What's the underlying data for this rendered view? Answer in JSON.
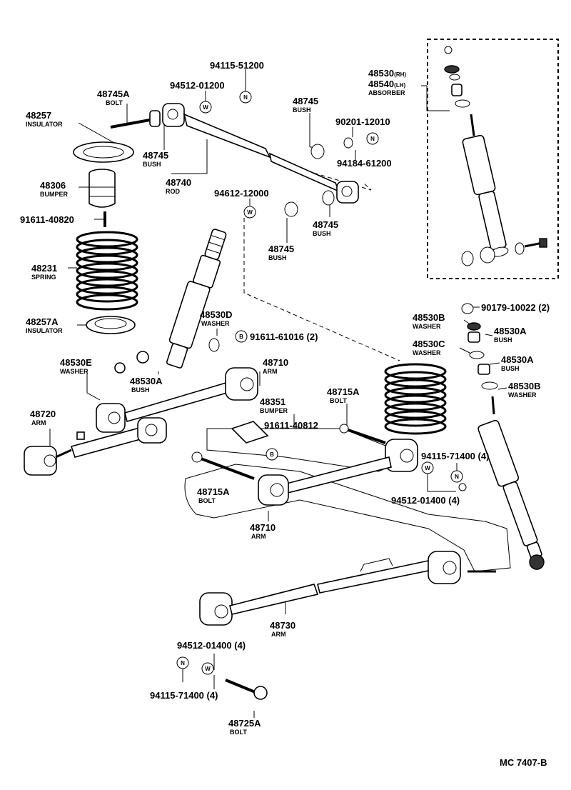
{
  "figure_code": "MC 7407-B",
  "symbols": {
    "washer": "W",
    "nut": "N",
    "bolt": "B"
  },
  "labels": {
    "p94115_51200": "94115-51200",
    "p94512_01200": "94512-01200",
    "p48745A_top": {
      "num": "48745A",
      "name": "BOLT"
    },
    "p48257": {
      "num": "48257",
      "name": "INSULATOR"
    },
    "p48745_bush_a": {
      "num": "48745",
      "name": "BUSH"
    },
    "p48740": {
      "num": "48740",
      "name": "ROD"
    },
    "p48745_bush_b": {
      "num": "48745",
      "name": "BUSH"
    },
    "p90201_12010": "90201-12010",
    "p94184_61200": "94184-61200",
    "p48306": {
      "num": "48306",
      "name": "BUMPER"
    },
    "p91611_40820": "91611-40820",
    "p94612_12000": "94612-12000",
    "p48745_bush_c": {
      "num": "48745",
      "name": "BUSH"
    },
    "p48745_bush_d": {
      "num": "48745",
      "name": "BUSH"
    },
    "p48231": {
      "num": "48231",
      "name": "SPRING"
    },
    "p48257A": {
      "num": "48257A",
      "name": "INSULATOR"
    },
    "p48530_absorber": {
      "num1": "48530",
      "suf1": "(RH)",
      "num2": "48540",
      "suf2": "(LH)",
      "name": "ABSORBER"
    },
    "p48530D": {
      "num": "48530D",
      "name": "WASHER"
    },
    "p91611_61016": "91611-61016 (2)",
    "p90179_10022": "90179-10022 (2)",
    "p48530B_a": {
      "num": "48530B",
      "name": "WASHER"
    },
    "p48530A_a": {
      "num": "48530A",
      "name": "BUSH"
    },
    "p48530C": {
      "num": "48530C",
      "name": "WASHER"
    },
    "p48530A_b": {
      "num": "48530A",
      "name": "BUSH"
    },
    "p48530B_b": {
      "num": "48530B",
      "name": "WASHER"
    },
    "p48530E": {
      "num": "48530E",
      "name": "WASHER"
    },
    "p48710_top": {
      "num": "48710",
      "name": "ARM"
    },
    "p48530A_c": {
      "num": "48530A",
      "name": "BUSH"
    },
    "p48351": {
      "num": "48351",
      "name": "BUMPER"
    },
    "p91611_40812": "91611-40812",
    "p48715A_a": {
      "num": "48715A",
      "name": "BOLT"
    },
    "p48720": {
      "num": "48720",
      "name": "ARM"
    },
    "p94115_71400_a": "94115-71400 (4)",
    "p94512_01400_a": "94512-01400 (4)",
    "p48715A_b": {
      "num": "48715A",
      "name": "BOLT"
    },
    "p48710_bottom": {
      "num": "48710",
      "name": "ARM"
    },
    "p48730": {
      "num": "48730",
      "name": "ARM"
    },
    "p94512_01400_b": "94512-01400 (4)",
    "p94115_71400_b": "94115-71400 (4)",
    "p48725A": {
      "num": "48725A",
      "name": "BOLT"
    }
  }
}
